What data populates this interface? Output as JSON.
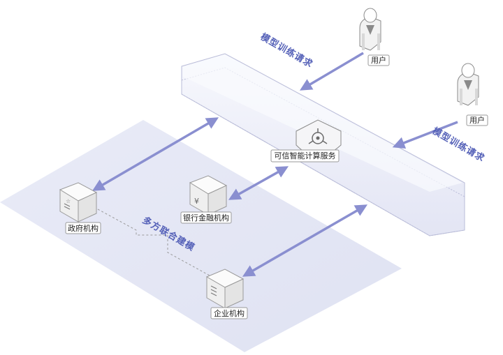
{
  "colors": {
    "arrow": "#8a8fd0",
    "ground": "#e6e8f5",
    "platform_top": "#f4f5fb",
    "platform_face": "#e1e3f2",
    "dashed": "#9a9a9a",
    "label_text": "#5561b8"
  },
  "labels": {
    "request_top": "模型训练请求",
    "request_right": "模型训练请求",
    "joint_modeling": "多方联合建模",
    "service": "可信智能计算服务",
    "user_top": "用户",
    "user_right": "用户",
    "gov": "政府机构",
    "bank": "银行金融机构",
    "enterprise": "企业机构"
  },
  "icons": {
    "user": "user-icon",
    "server": "server-icon",
    "shield": "shield-icon",
    "yen": "yen-icon"
  }
}
